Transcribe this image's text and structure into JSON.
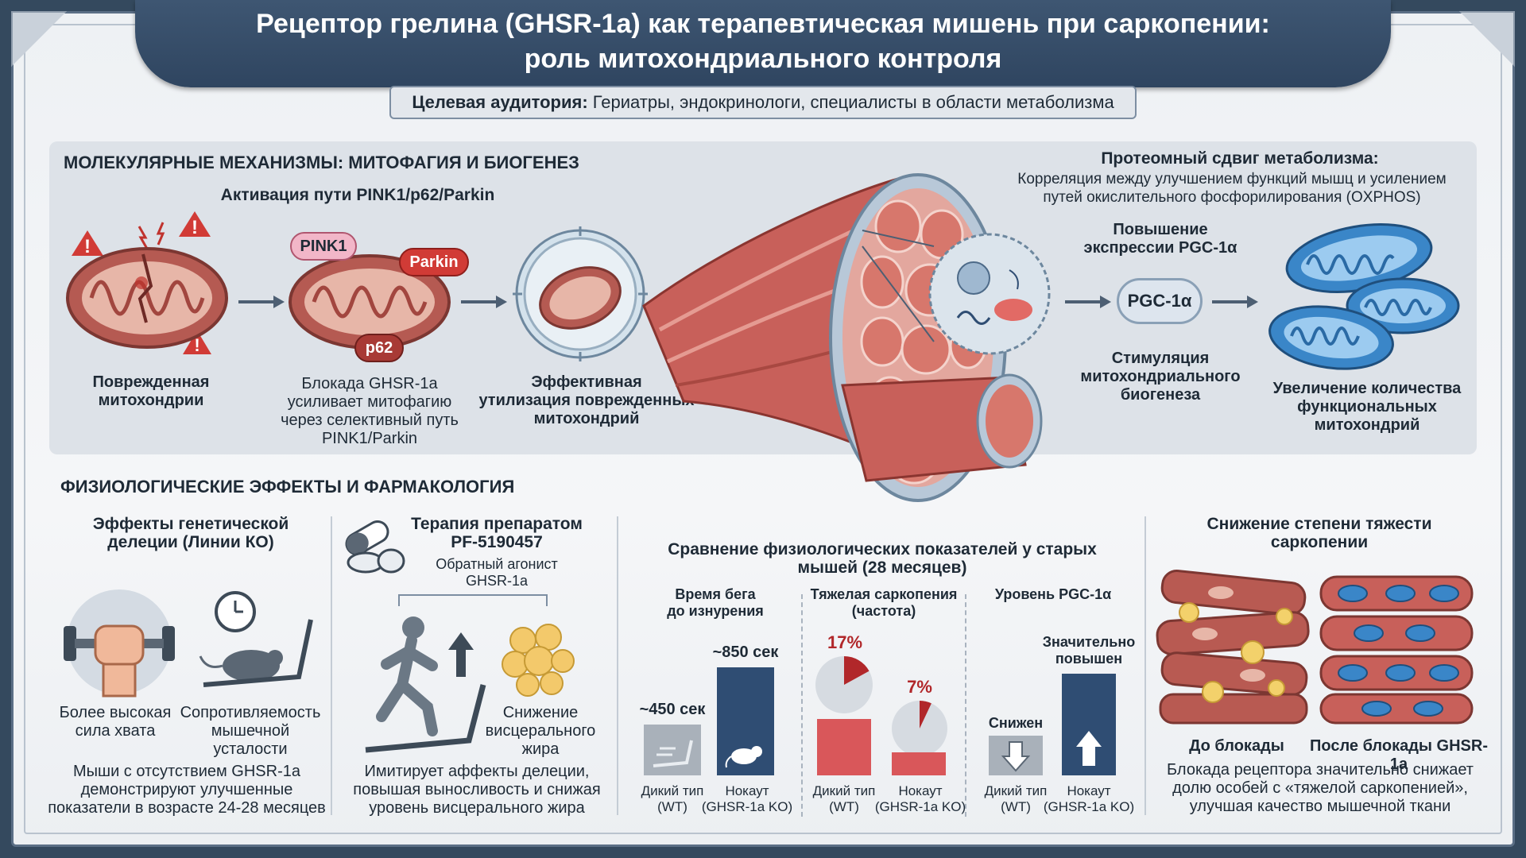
{
  "header": {
    "title_line1": "Рецептор грелина (GHSR-1a) как терапевтическая мишень при саркопении:",
    "title_line2": "роль митохондриального контроля",
    "audience_label": "Целевая аудитория:",
    "audience_text": " Гериатры, эндокринологи, специалисты в области метаболизма"
  },
  "molecular": {
    "heading": "МОЛЕКУЛЯРНЫЕ МЕХАНИЗМЫ: МИТОФАГИЯ И БИОГЕНЕЗ",
    "pathway_title": "Активация пути PINK1/p62/Parkin",
    "damaged_label_1": "Поврежденная",
    "damaged_label_2": "митохондрии",
    "tag_pink1": "PINK1",
    "tag_parkin": "Parkin",
    "tag_p62": "p62",
    "blockade_1": "Блокада GHSR-1a",
    "blockade_2": "усиливает митофагию",
    "blockade_3": "через селективный путь",
    "blockade_4": "PINK1/Parkin",
    "utilization_1": "Эффективная",
    "utilization_2": "утилизация поврежденных",
    "utilization_3": "митохондрий"
  },
  "proteome": {
    "title": "Протеомный сдвиг метаболизма:",
    "desc_1": "Корреляция между улучшением функций мышц и усилением",
    "desc_2": "путей окислительного фосфорилирования (OXPHOS)",
    "pgc_up_1": "Повышение",
    "pgc_up_2": "экспрессии PGC-1α",
    "pgc_badge": "PGC-1α",
    "biogenesis_1": "Стимуляция",
    "biogenesis_2": "митохондриального",
    "biogenesis_3": "биогенеза",
    "increase_1": "Увеличение количества",
    "increase_2": "функциональных",
    "increase_3": "митохондрий"
  },
  "physio": {
    "heading": "ФИЗИОЛОГИЧЕСКИЕ ЭФФЕКТЫ И ФАРМАКОЛОГИЯ",
    "genetic_title_1": "Эффекты генетической",
    "genetic_title_2": "делеции (Линии КО)",
    "grip_1": "Более высокая",
    "grip_2": "сила хвата",
    "fatigue_1": "Сопротивляемость",
    "fatigue_2": "мышечной",
    "fatigue_3": "усталости",
    "genetic_note_1": "Мыши с отсутствием GHSR-1a",
    "genetic_note_2": "демонстрируют улучшенные",
    "genetic_note_3": "показатели в возрасте 24-28 месяцев",
    "therapy_title_1": "Терапия препаратом",
    "therapy_title_2": "PF-5190457",
    "therapy_sub_1": "Обратный агонист",
    "therapy_sub_2": "GHSR-1a",
    "fat_1": "Снижение",
    "fat_2": "висцерального",
    "fat_3": "жира",
    "therapy_note_1": "Имитирует аффекты делеции,",
    "therapy_note_2": "повышая выносливость и снижая",
    "therapy_note_3": "уровень висцерального жира",
    "compare_title_1": "Сравнение физиологических показателей у старых",
    "compare_title_2": "мышей (28 месяцев)",
    "severity_title_1": "Снижение степени тяжести",
    "severity_title_2": "саркопении",
    "before_label": "До блокады",
    "after_label": "После блокады GHSR-1a",
    "severity_note_1": "Блокада рецептора значительно снижает",
    "severity_note_2": "долю особей с «тяжелой саркопенией»,",
    "severity_note_3": "улучшая качество мышечной ткани"
  },
  "chart_data": [
    {
      "type": "bar",
      "title_1": "Время бега",
      "title_2": "до изнурения",
      "categories": [
        "Дикий тип (WT)",
        "Нокаут (GHSR-1a KO)"
      ],
      "cat_wt_1": "Дикий тип",
      "cat_wt_2": "(WT)",
      "cat_ko_1": "Нокаут",
      "cat_ko_2": "(GHSR-1a KO)",
      "values": [
        450,
        850
      ],
      "value_labels": [
        "~450 сек",
        "~850 сек"
      ],
      "colors": [
        "#a9b1ba",
        "#2f4d73"
      ],
      "ylim": [
        0,
        1000
      ]
    },
    {
      "type": "pie",
      "title_1": "Тяжелая саркопения",
      "title_2": "(частота)",
      "categories": [
        "Дикий тип (WT)",
        "Нокаут (GHSR-1a KO)"
      ],
      "values": [
        17,
        7
      ],
      "value_labels": [
        "17%",
        "7%"
      ],
      "slice_color": "#b1272a",
      "bar_color": "#d9575a"
    },
    {
      "type": "bar",
      "title_1": "Уровень PGC-1α",
      "categories": [
        "Дикий тип (WT)",
        "Нокаут (GHSR-1a KO)"
      ],
      "value_labels": [
        "Снижен",
        "Значительно повышен"
      ],
      "value_label_ko_1": "Значительно",
      "value_label_ko_2": "повышен",
      "colors": [
        "#a9b1ba",
        "#2f4d73"
      ]
    }
  ],
  "colors": {
    "banner": "#34495e",
    "muscle": "#c8605a",
    "mito_blue": "#3a86c8",
    "alert": "#d13b36"
  }
}
